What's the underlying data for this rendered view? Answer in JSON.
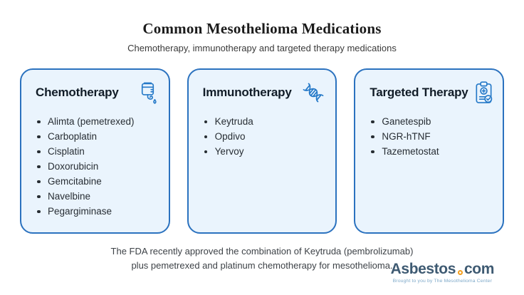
{
  "header": {
    "title": "Common Mesothelioma Medications",
    "subtitle": "Chemotherapy, immunotherapy and targeted therapy medications"
  },
  "cards": [
    {
      "title": "Chemotherapy",
      "icon": "iv-drip-icon",
      "items": [
        "Alimta (pemetrexed)",
        "Carboplatin",
        "Cisplatin",
        "Doxorubicin",
        "Gemcitabine",
        "Navelbine",
        "Pegargiminase"
      ]
    },
    {
      "title": "Immunotherapy",
      "icon": "dna-icon",
      "items": [
        "Keytruda",
        "Opdivo",
        "Yervoy"
      ]
    },
    {
      "title": "Targeted Therapy",
      "icon": "clipboard-medical-icon",
      "items": [
        "Ganetespib",
        "NGR-hTNF",
        "Tazemetostat"
      ]
    }
  ],
  "footer": {
    "note_line1": "The FDA recently approved the combination of Keytruda (pembrolizumab)",
    "note_line2": "plus pemetrexed and platinum chemotherapy for mesothelioma."
  },
  "logo": {
    "brand_primary": "Asbestos",
    "brand_suffix": "com",
    "tagline": "Brought to you by The Mesothelioma Center"
  },
  "colors": {
    "card_background": "#eaf4fd",
    "card_border": "#2b72bf",
    "icon_blue": "#2579c8",
    "title_text": "#1b1b1b",
    "body_text": "#272d33",
    "logo_navy": "#3e5a72",
    "logo_orange": "#f49f1e",
    "logo_tagline_blue": "#7ea9c9"
  }
}
